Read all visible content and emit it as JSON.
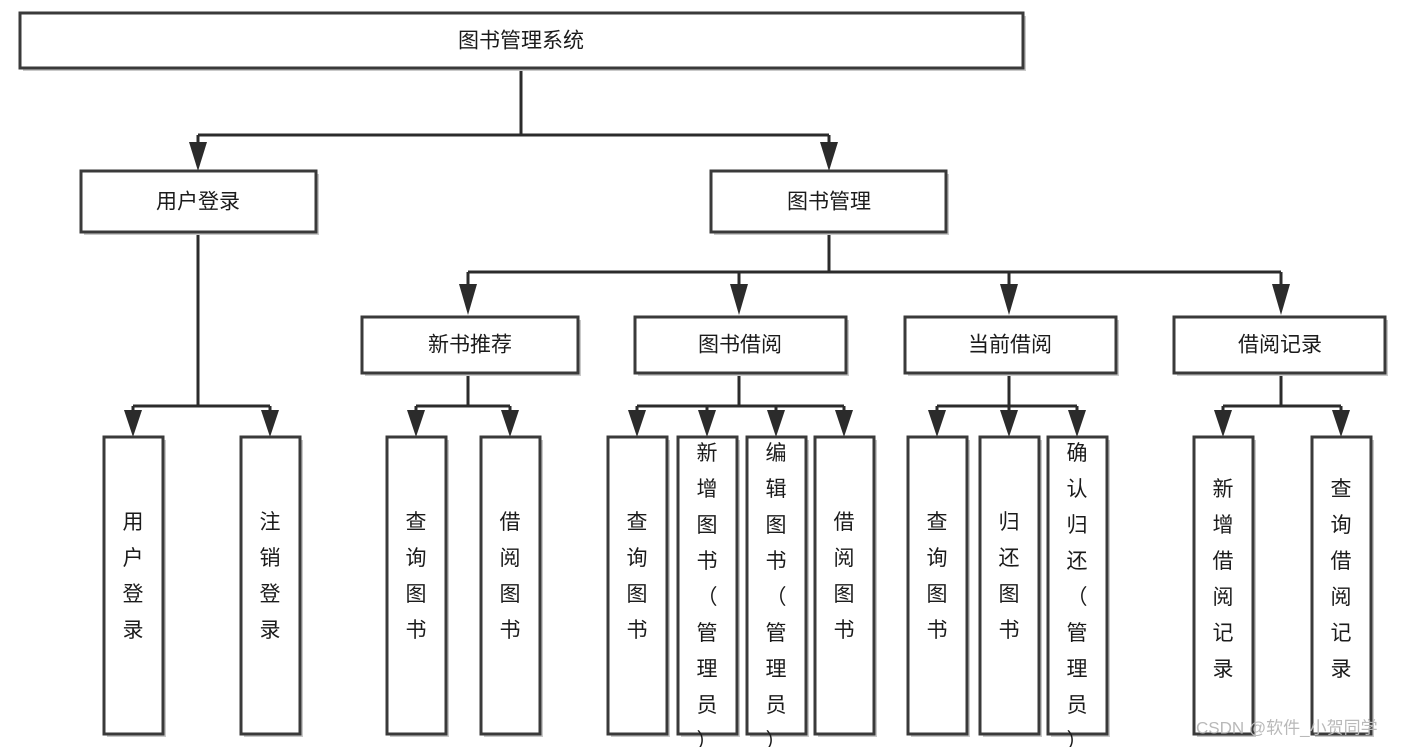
{
  "diagram": {
    "title": "图书管理系统",
    "type": "tree-hierarchy",
    "root": {
      "id": "root",
      "label": "图书管理系统"
    },
    "level1": [
      {
        "id": "user-login",
        "label": "用户登录"
      },
      {
        "id": "book-manage",
        "label": "图书管理"
      }
    ],
    "level2": [
      {
        "id": "new-book-recommend",
        "label": "新书推荐",
        "parent": "book-manage"
      },
      {
        "id": "book-borrow",
        "label": "图书借阅",
        "parent": "book-manage"
      },
      {
        "id": "current-borrow",
        "label": "当前借阅",
        "parent": "book-manage"
      },
      {
        "id": "borrow-record",
        "label": "借阅记录",
        "parent": "book-manage"
      }
    ],
    "leaves": [
      {
        "id": "leaf-user-login",
        "label": "用户登录",
        "parent": "user-login"
      },
      {
        "id": "leaf-logout",
        "label": "注销登录",
        "parent": "user-login"
      },
      {
        "id": "leaf-query-book-1",
        "label": "查询图书",
        "parent": "new-book-recommend"
      },
      {
        "id": "leaf-borrow-book-1",
        "label": "借阅图书",
        "parent": "new-book-recommend"
      },
      {
        "id": "leaf-query-book-2",
        "label": "查询图书",
        "parent": "book-borrow"
      },
      {
        "id": "leaf-add-book",
        "label": "新增图书（管理员）",
        "parent": "book-borrow"
      },
      {
        "id": "leaf-edit-book",
        "label": "编辑图书（管理员）",
        "parent": "book-borrow"
      },
      {
        "id": "leaf-borrow-book-2",
        "label": "借阅图书",
        "parent": "book-borrow"
      },
      {
        "id": "leaf-query-book-3",
        "label": "查询图书",
        "parent": "current-borrow"
      },
      {
        "id": "leaf-return-book",
        "label": "归还图书",
        "parent": "current-borrow"
      },
      {
        "id": "leaf-confirm-return",
        "label": "确认归还（管理员）",
        "parent": "current-borrow"
      },
      {
        "id": "leaf-add-record",
        "label": "新增借阅记录",
        "parent": "borrow-record"
      },
      {
        "id": "leaf-query-record",
        "label": "查询借阅记录",
        "parent": "borrow-record"
      }
    ]
  },
  "watermark": {
    "text": "CSDN @软件_小贺同学"
  },
  "colors": {
    "box_stroke": "#3a3a3a",
    "line": "#2b2b2b",
    "text": "#1b1b1b",
    "background": "#ffffff",
    "watermark": "#b9b9b9"
  }
}
